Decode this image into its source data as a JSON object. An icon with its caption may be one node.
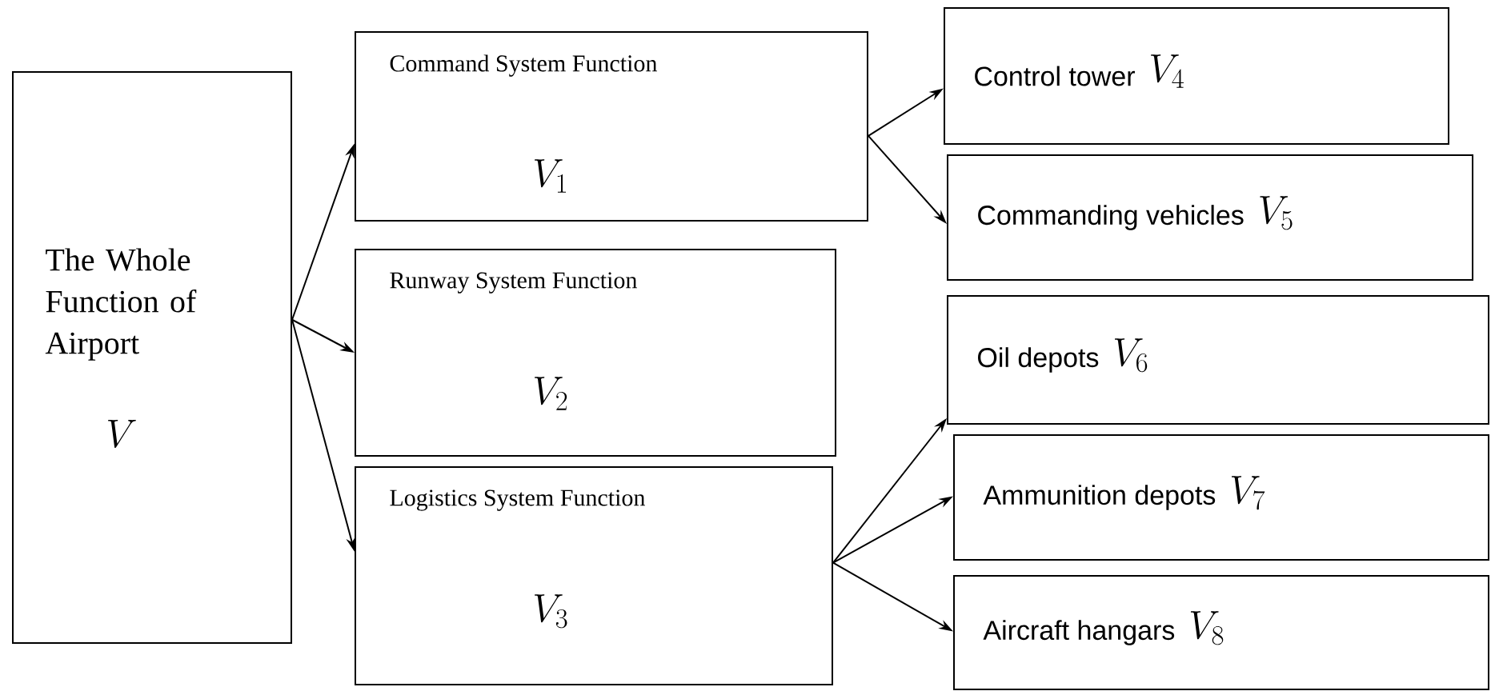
{
  "diagram": {
    "nodes": [
      {
        "text": [
          "The Whole Function of Airport",
          "V"
        ]
      },
      {
        "text": [
          "Command System Function",
          "V_1"
        ]
      },
      {
        "text": [
          "Runway System Function",
          "V_2"
        ]
      },
      {
        "text": [
          "Logistics System Function",
          "V_3"
        ]
      },
      {
        "text": [
          "Control tower",
          "V_4"
        ]
      },
      {
        "text": [
          "Commanding vehicles",
          "V_5"
        ]
      },
      {
        "text": [
          "Oil depots",
          "V_6"
        ]
      },
      {
        "text": [
          "Ammunition depots",
          "V_7"
        ]
      },
      {
        "text": [
          "Aircraft hangars",
          "V_8"
        ]
      }
    ],
    "edges": [
      {
        "from": 0,
        "to": 1,
        "arrow": "to"
      },
      {
        "from": 0,
        "to": 2,
        "arrow": "to"
      },
      {
        "from": 0,
        "to": 3,
        "arrow": "to"
      },
      {
        "from": 1,
        "to": 4,
        "arrow": "to"
      },
      {
        "from": 1,
        "to": 5,
        "arrow": "to"
      },
      {
        "from": 3,
        "to": 6,
        "arrow": "to"
      },
      {
        "from": 3,
        "to": 7,
        "arrow": "to"
      },
      {
        "from": 3,
        "to": 8,
        "arrow": "to"
      }
    ]
  }
}
